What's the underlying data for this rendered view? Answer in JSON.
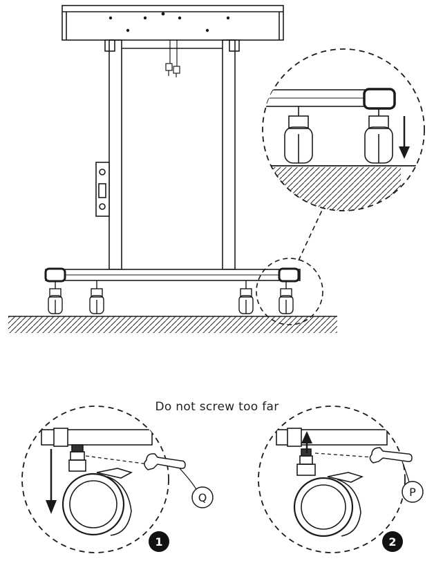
{
  "caption": "Do not screw too far",
  "step_labels": {
    "step1": "1",
    "step2": "2"
  },
  "part_labels": {
    "q": "Q",
    "p": "P"
  },
  "icons": {
    "arrow_down": "arrow-down-icon",
    "arrow_up": "arrow-up-icon",
    "wrench": "wrench-icon",
    "caster": "caster-wheel-icon"
  },
  "colors": {
    "line": "#1a1a1a",
    "background": "#ffffff",
    "badge": "#111111"
  }
}
